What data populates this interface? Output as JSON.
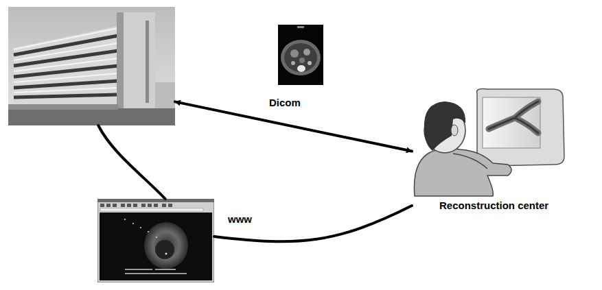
{
  "diagram": {
    "nodes": [
      {
        "text": []
      },
      {
        "text": [
          "Reconstruction center"
        ]
      },
      {
        "text": []
      }
    ],
    "edges": [
      {
        "from": 0,
        "to": 1,
        "label": "Dicom",
        "arrow": "both"
      },
      {
        "from": 1,
        "to": 2,
        "arrow": "none"
      },
      {
        "from": 0,
        "to": 2,
        "arrow": "none"
      }
    ],
    "labels": [
      "www"
    ]
  }
}
